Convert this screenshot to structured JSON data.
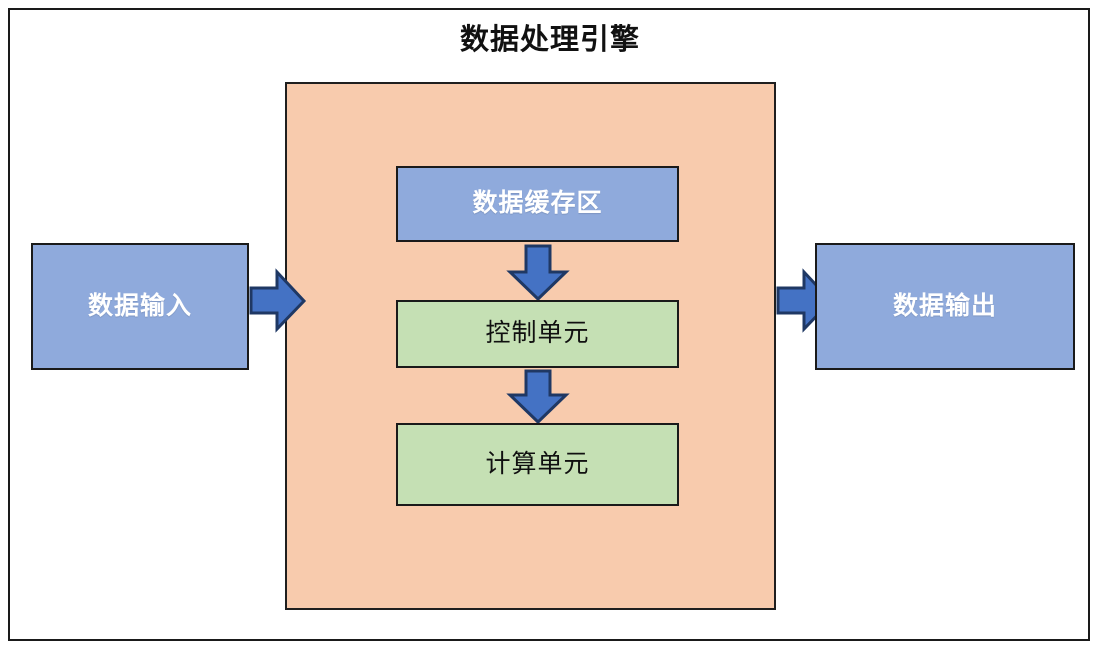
{
  "diagram": {
    "title": "数据处理引擎",
    "type": "block-flow-diagram",
    "colors": {
      "engine_container_fill": "#f8cbad",
      "blue_node_fill": "#8faadc",
      "green_node_fill": "#c5e0b4",
      "arrow_fill": "#4472c4",
      "arrow_stroke": "#1f3864",
      "border": "#1a1a1a",
      "background": "#ffffff"
    },
    "nodes": {
      "input": {
        "label": "数据输入",
        "fill": "#8faadc",
        "text_color": "#ffffff"
      },
      "output": {
        "label": "数据输出",
        "fill": "#8faadc",
        "text_color": "#ffffff"
      },
      "engine": {
        "label": "数据处理引擎",
        "fill": "#f8cbad"
      },
      "buffer": {
        "label": "数据缓存区",
        "fill": "#8faadc",
        "text_color": "#ffffff"
      },
      "control": {
        "label": "控制单元",
        "fill": "#c5e0b4",
        "text_color": "#101010"
      },
      "compute": {
        "label": "计算单元",
        "fill": "#c5e0b4",
        "text_color": "#101010"
      }
    },
    "arrows": [
      {
        "name": "input-to-engine",
        "direction": "right"
      },
      {
        "name": "engine-to-output",
        "direction": "right"
      },
      {
        "name": "buffer-to-control",
        "direction": "down"
      },
      {
        "name": "control-to-compute",
        "direction": "down"
      }
    ]
  }
}
